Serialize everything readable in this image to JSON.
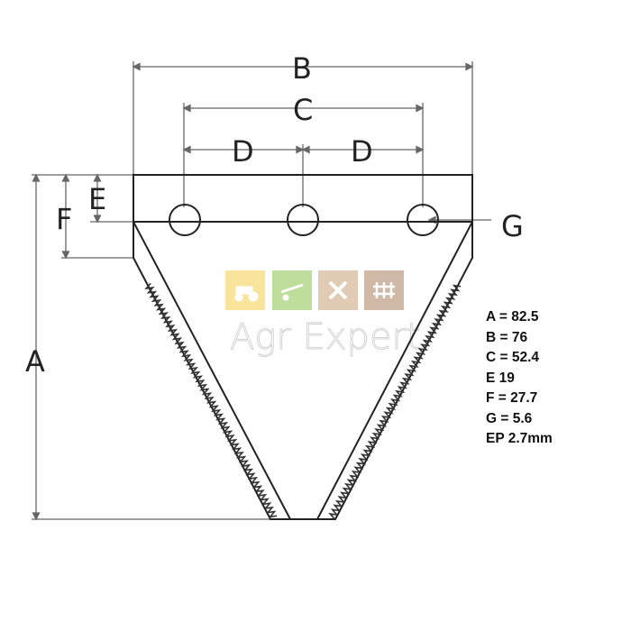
{
  "diagram": {
    "dimension_labels": {
      "A": "A",
      "B": "B",
      "C": "C",
      "D1": "D",
      "D2": "D",
      "E": "E",
      "F": "F",
      "G": "G"
    },
    "specs": [
      "A = 82.5",
      "B = 76",
      "C = 52.4",
      "E 19",
      "F = 27.7",
      "G = 5.6",
      "EP 2.7mm"
    ],
    "watermark": {
      "text": "Agr Expert",
      "tile_colors": [
        "#f7e08a",
        "#b5d98a",
        "#dcc2a8",
        "#c9ad9a"
      ],
      "tile_icons": [
        "tractor-icon",
        "wheelbarrow-icon",
        "tools-icon",
        "fence-icon"
      ]
    }
  }
}
